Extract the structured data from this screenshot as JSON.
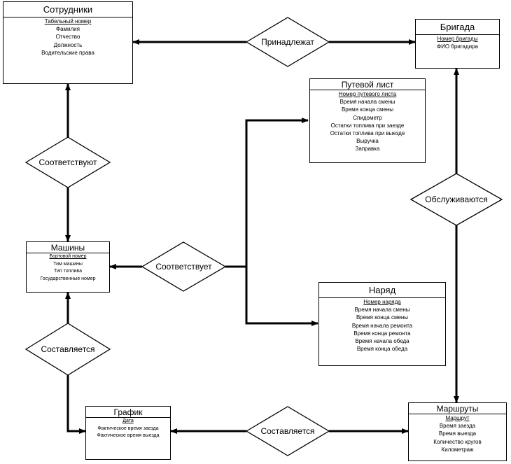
{
  "entities": {
    "employees": {
      "title": "Сотрудники",
      "attributes": [
        "Табельный номер",
        "Фамилия",
        "Отчество",
        "Должность",
        "Водительские права"
      ]
    },
    "brigade": {
      "title": "Бригада",
      "attributes": [
        "Номер бригады",
        "ФИО бригадира"
      ]
    },
    "waybill": {
      "title": "Путевой лист",
      "attributes": [
        "Номер путевого листа",
        "Время начала смены",
        "Время конца смены",
        "Спидометр",
        "Остатки топлива при заезде",
        "Остатки топлива при выезде",
        "Выручка",
        "Заправка"
      ]
    },
    "machines": {
      "title": "Машины",
      "attributes": [
        "Бортовой номер",
        "Тим машины",
        "Тип топлива",
        "Государственные номер"
      ]
    },
    "order": {
      "title": "Наряд",
      "attributes": [
        "Номер наряда",
        "Время начала смены",
        "Время конца смены",
        "Время начала ремонта",
        "Время конца ремонта",
        "Время начала обеда",
        "Время конца обеда"
      ]
    },
    "schedule": {
      "title": "График",
      "attributes": [
        "Дата",
        "Фактическое время заезда",
        "Фактическое время выезда"
      ]
    },
    "routes": {
      "title": "Маршруты",
      "attributes": [
        "Маршрут",
        "Время заезда",
        "Время выезда",
        "Количество кругов",
        "Километраж"
      ]
    }
  },
  "relationships": {
    "belong": "Принадлежат",
    "correspond_employees": "Соответствуют",
    "served": "Обслуживаются",
    "correspond_machines": "Соответствует",
    "compose_schedule": "Составляется",
    "compose_routes": "Составляется"
  }
}
